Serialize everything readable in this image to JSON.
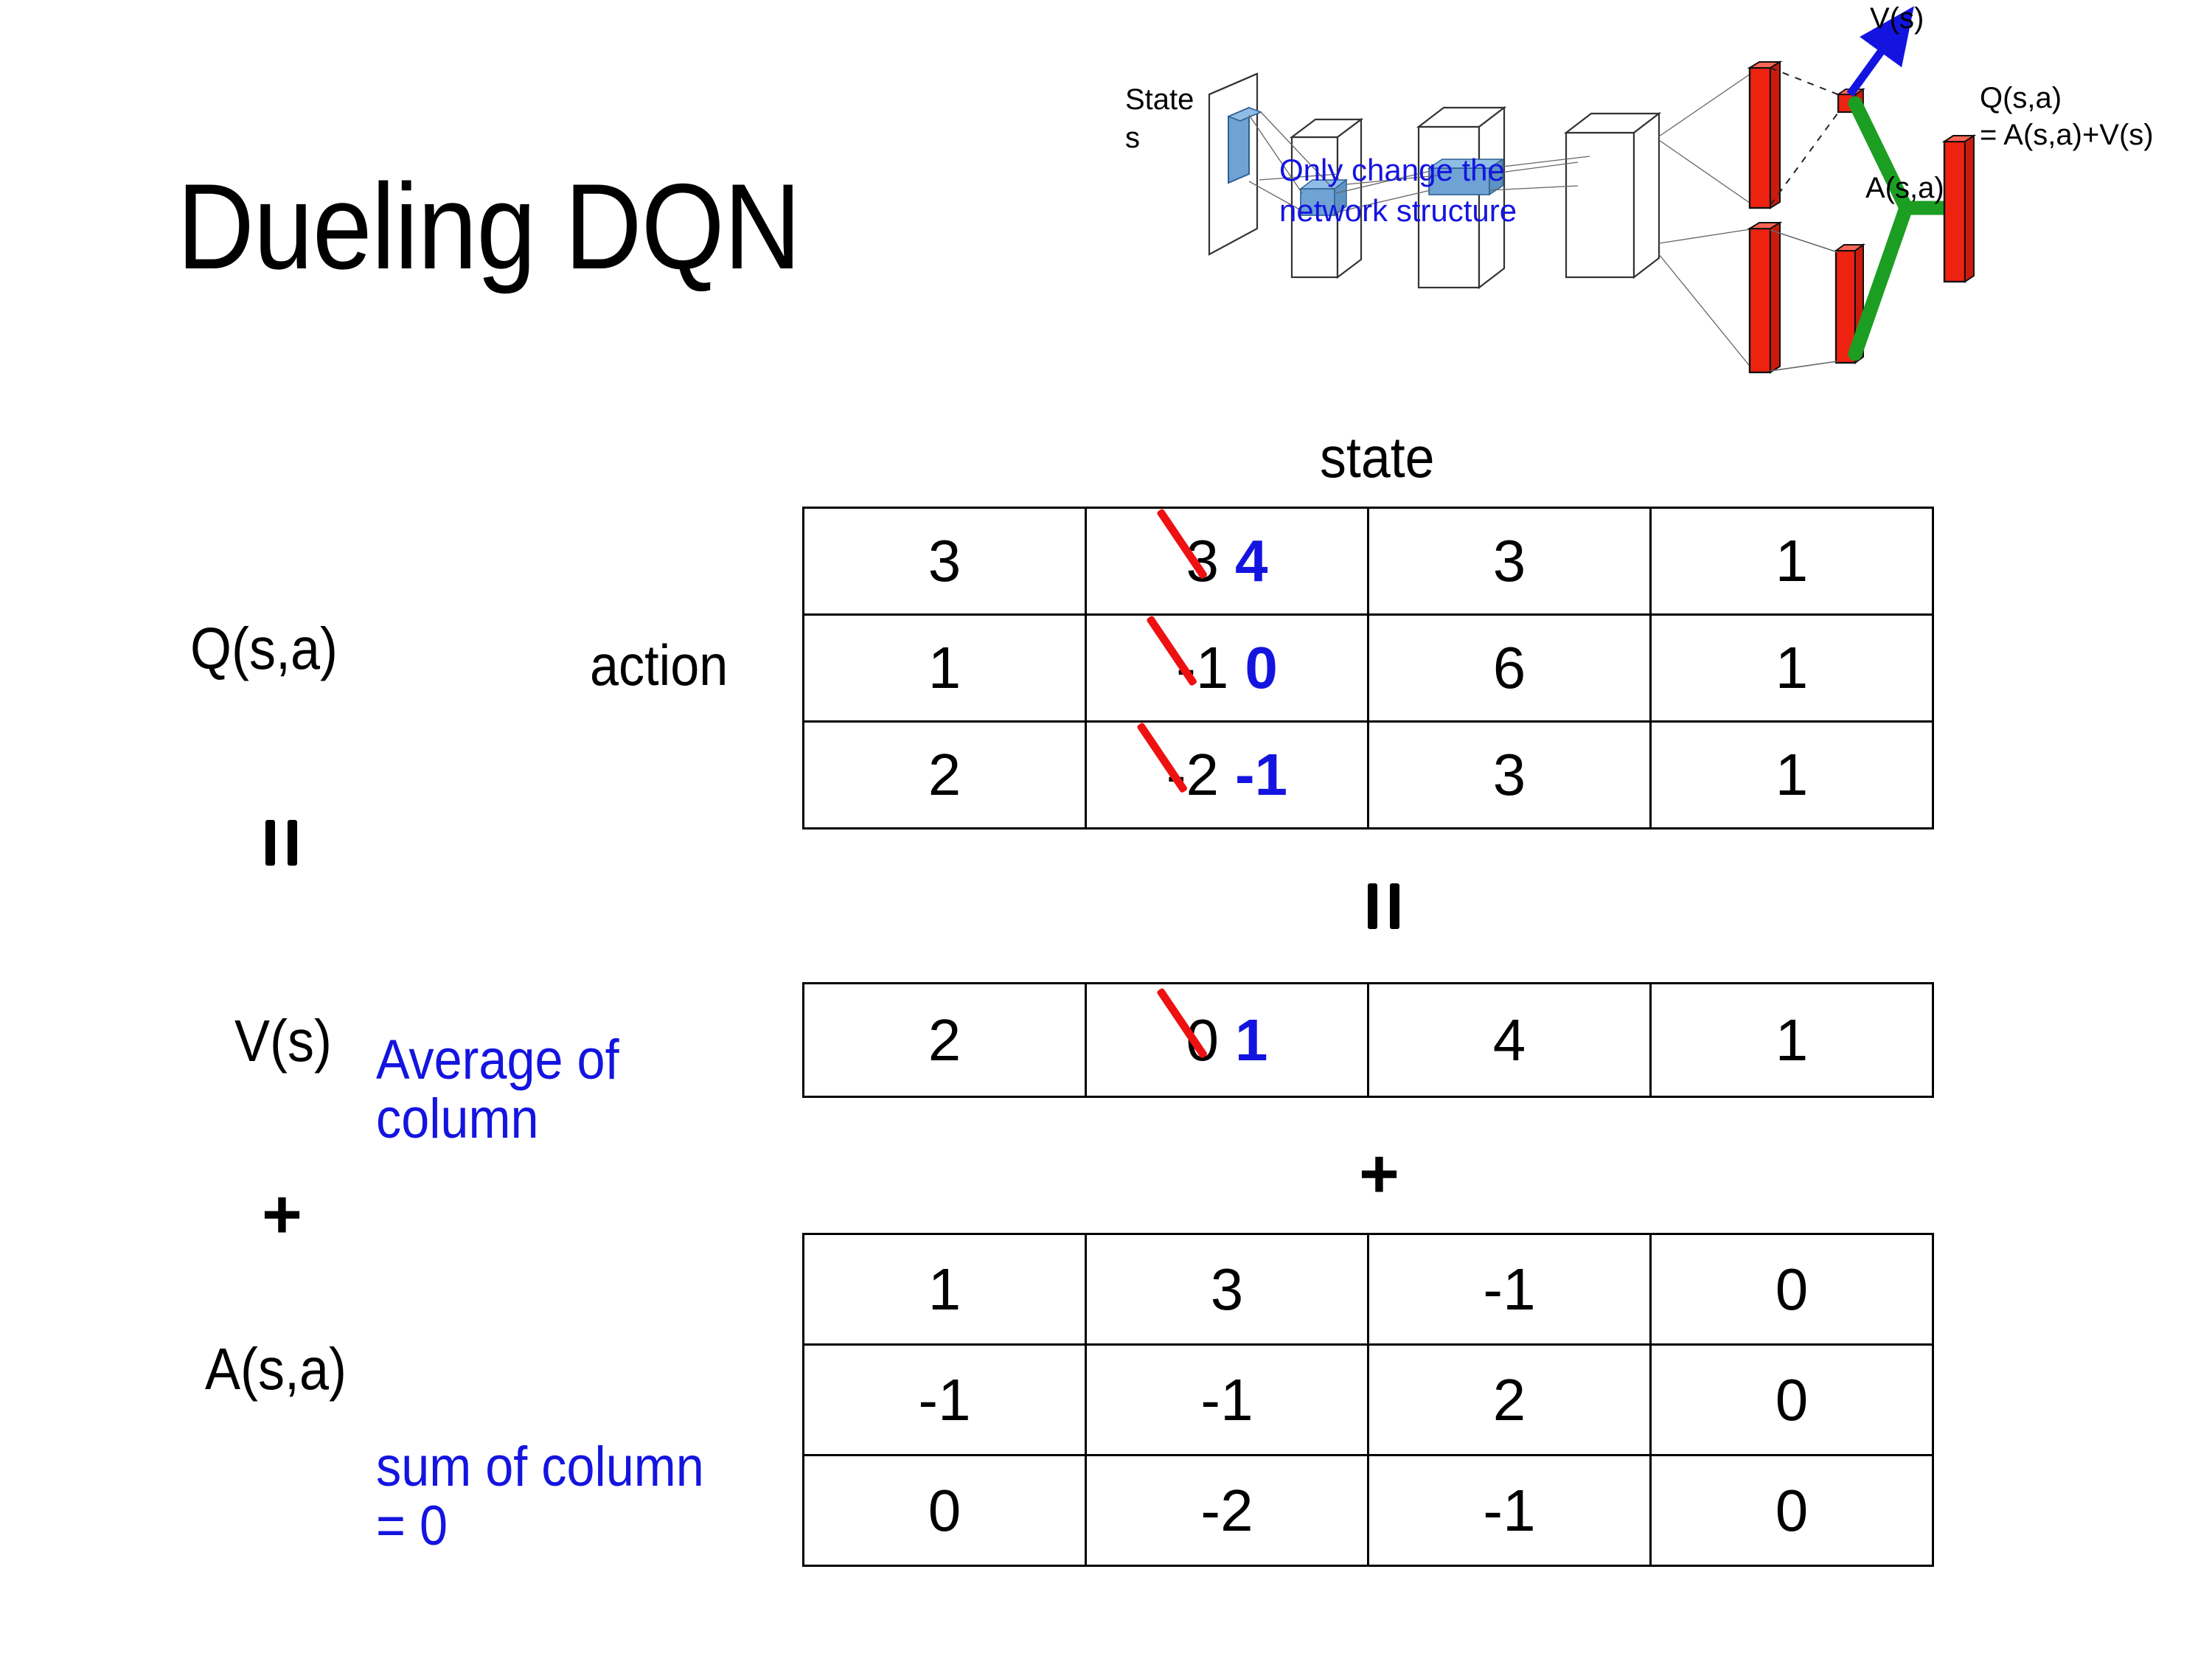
{
  "title": "Dueling DQN",
  "diagram": {
    "state_label_line1": "State",
    "state_label_line2": "s",
    "note_line1": "Only change the",
    "note_line2": "network structure",
    "v_label": "V(s)",
    "a_label": "A(s,a)",
    "q_label_line1": "Q(s,a)",
    "q_label_line2": "= A(s,a)+V(s)",
    "colors": {
      "bar_red": "#ee2211",
      "merge_green": "#1c9e23",
      "arrow_blue": "#1414e0",
      "blue_block": "#6699cc",
      "note_blue": "#1414e0"
    }
  },
  "labels": {
    "q_function": "Q(s,a)",
    "v_function": "V(s)",
    "a_function": "A(s,a)",
    "axis_action": "action",
    "axis_state": "state",
    "note_average": "Average of column",
    "note_sum": "sum of column = 0",
    "plus_left": "+",
    "plus_mid": "+"
  },
  "chart_data": {
    "type": "table",
    "title": "Dueling DQN: Q(s,a) = V(s) + A(s,a)",
    "xlabel": "state",
    "ylabel": "action",
    "tables": [
      {
        "name": "Q(s,a)",
        "rows": [
          [
            {
              "value": "3"
            },
            {
              "value": "3",
              "struck": true,
              "replacement": "4"
            },
            {
              "value": "3"
            },
            {
              "value": "1"
            }
          ],
          [
            {
              "value": "1"
            },
            {
              "value": "-1",
              "struck": true,
              "replacement": "0"
            },
            {
              "value": "6"
            },
            {
              "value": "1"
            }
          ],
          [
            {
              "value": "2"
            },
            {
              "value": "-2",
              "struck": true,
              "replacement": "-1"
            },
            {
              "value": "3"
            },
            {
              "value": "1"
            }
          ]
        ]
      },
      {
        "name": "V(s)",
        "rows": [
          [
            {
              "value": "2"
            },
            {
              "value": "0",
              "struck": true,
              "replacement": "1"
            },
            {
              "value": "4"
            },
            {
              "value": "1"
            }
          ]
        ]
      },
      {
        "name": "A(s,a)",
        "rows": [
          [
            {
              "value": "1"
            },
            {
              "value": "3"
            },
            {
              "value": "-1"
            },
            {
              "value": "0"
            }
          ],
          [
            {
              "value": "-1"
            },
            {
              "value": "-1"
            },
            {
              "value": "2"
            },
            {
              "value": "0"
            }
          ],
          [
            {
              "value": "0"
            },
            {
              "value": "-2"
            },
            {
              "value": "-1"
            },
            {
              "value": "0"
            }
          ]
        ]
      }
    ]
  }
}
